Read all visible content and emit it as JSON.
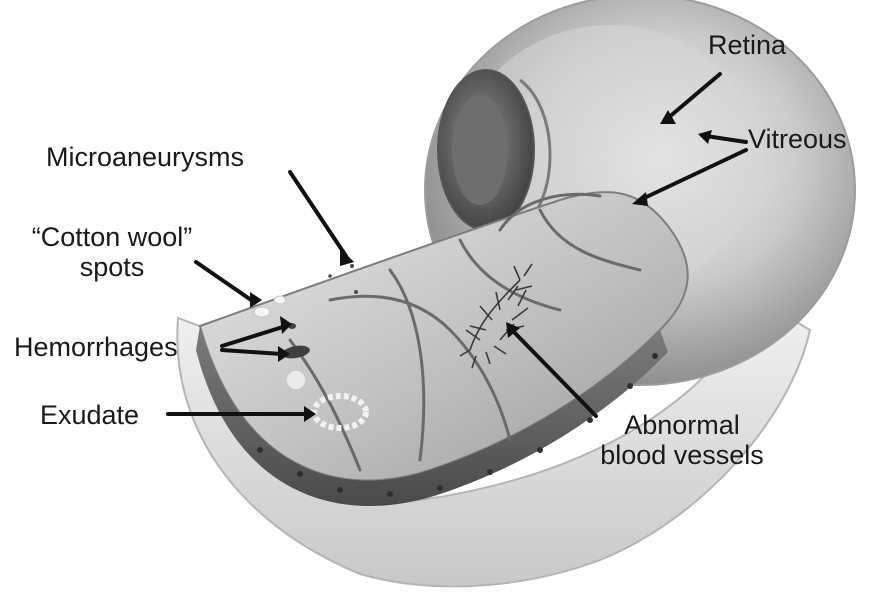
{
  "labels": {
    "retina": "Retina",
    "vitreous": "Vitreous",
    "microaneurysms": "Microaneurysms",
    "cotton_wool_line1": "“Cotton wool”",
    "cotton_wool_line2": "spots",
    "hemorrhages": "Hemorrhages",
    "exudate": "Exudate",
    "abnormal_line1": "Abnormal",
    "abnormal_line2": "blood vessels"
  },
  "colors": {
    "background": "#ffffff",
    "tissue_light": "#dcdcdc",
    "tissue_mid": "#a9a9a9",
    "tissue_dark": "#5e5e5e",
    "text": "#1a1a1a"
  }
}
